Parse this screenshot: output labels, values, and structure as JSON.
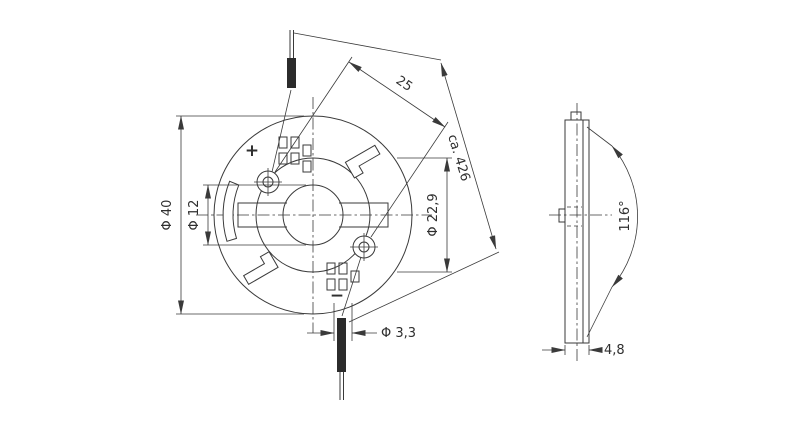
{
  "theme": {
    "line": "#3a3a3a",
    "ink": "#2f2f2f",
    "wire": "#2b2b2b",
    "background": "#ffffff"
  },
  "drawing": {
    "front_view": {
      "polarity_plus": "+",
      "polarity_minus": "−"
    },
    "dimensions": {
      "outer_diameter": "Φ 40",
      "center_hole": "Φ 12",
      "pitch_circle": "Φ 22,9",
      "wire_hole": "Φ 3,3",
      "hole_spacing": "25",
      "wire_length": "ca. 426",
      "dome_angle": "116°",
      "thickness": "4,8"
    }
  }
}
